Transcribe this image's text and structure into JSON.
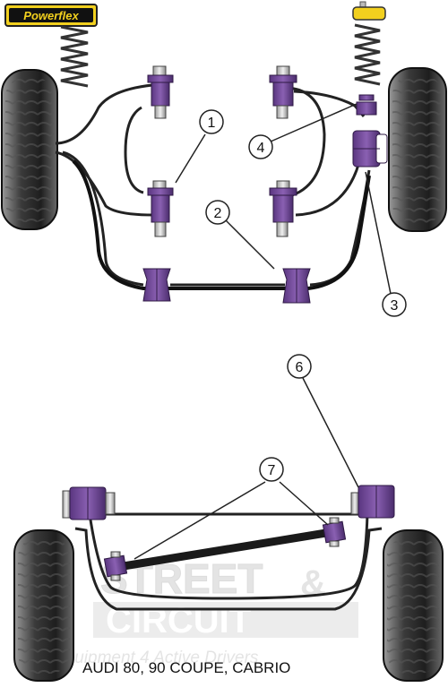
{
  "brand": {
    "logo_text": "Powerflex"
  },
  "callouts": [
    {
      "number": "1"
    },
    {
      "number": "2"
    },
    {
      "number": "3"
    },
    {
      "number": "4"
    },
    {
      "number": "6"
    },
    {
      "number": "7"
    }
  ],
  "caption": "AUDI 80, 90 COUPE, CABRIO",
  "watermark": {
    "line1": "STREET",
    "connector": "&",
    "line2": "CIRCUIT",
    "tagline": "Equipment 4 Active Drivers"
  },
  "colors": {
    "bush_purple": "#7a4fa0",
    "bush_purple_dark": "#4e2d6f",
    "tyre_dark": "#2b2b2b",
    "logo_yellow": "#f2d01e",
    "logo_red": "#d42020"
  }
}
